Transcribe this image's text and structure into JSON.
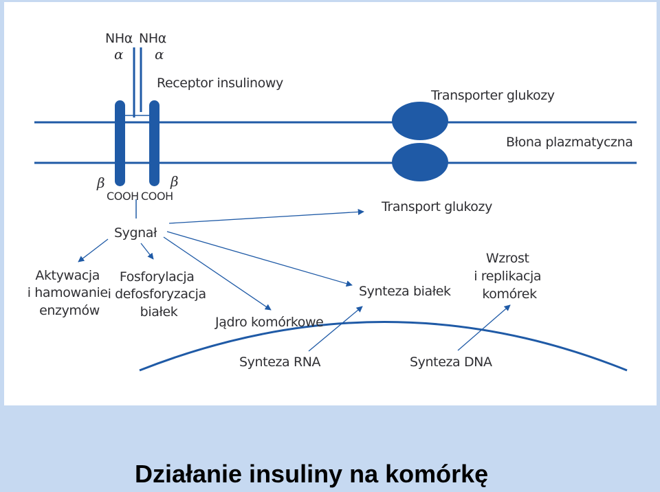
{
  "slide_title": "Działanie insuliny na komórkę",
  "colors": {
    "diagram_blue": "#1f5aa6",
    "background": "#c6d9f1",
    "text": "#2f2f33"
  },
  "labels": {
    "nh_left": "NHα",
    "nh_right": "NHα",
    "alpha_left": "α",
    "alpha_right": "α",
    "receptor": "Receptor insulinowy",
    "transporter": "Transporter glukozy",
    "membrane": "Błona plazmatyczna",
    "beta_left": "β",
    "beta_right": "β",
    "cooh_left": "COOH",
    "cooh_right": "COOH",
    "glucose_transport": "Transport glukozy",
    "signal": "Sygnał",
    "enzymes": [
      "Aktywacja",
      "i hamowanie",
      "enzymów"
    ],
    "phosphorylation": [
      "Fosforylacja",
      "i defosforyzacja",
      "białek"
    ],
    "nucleus": "Jądro komórkowe",
    "protein_synthesis": "Synteza białek",
    "growth": [
      "Wzrost",
      "i replikacja",
      "komórek"
    ],
    "rna_synthesis": "Synteza RNA",
    "dna_synthesis": "Synteza DNA"
  }
}
